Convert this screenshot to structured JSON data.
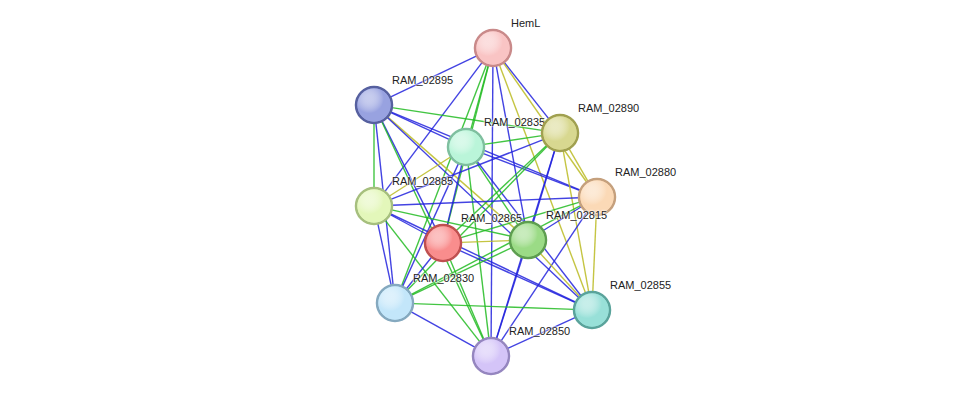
{
  "diagram": {
    "nodes": [
      {
        "text": [
          "HemL"
        ]
      },
      {
        "text": [
          "RAM_02895"
        ]
      },
      {
        "text": [
          "RAM_02835"
        ]
      },
      {
        "text": [
          "RAM_02890"
        ]
      },
      {
        "text": [
          "RAM_02880"
        ]
      },
      {
        "text": [
          "RAM_02885"
        ]
      },
      {
        "text": [
          "RAM_02865"
        ]
      },
      {
        "text": [
          "RAM_02815"
        ]
      },
      {
        "text": [
          "RAM_02830"
        ]
      },
      {
        "text": [
          "RAM_02850"
        ]
      },
      {
        "text": [
          "RAM_02855"
        ]
      }
    ],
    "edges": [
      {
        "from": 0,
        "to": 1,
        "arrow": "none"
      },
      {
        "from": 0,
        "to": 2,
        "arrow": "none"
      },
      {
        "from": 0,
        "to": 3,
        "arrow": "none"
      },
      {
        "from": 0,
        "to": 4,
        "arrow": "none"
      },
      {
        "from": 0,
        "to": 5,
        "arrow": "none"
      },
      {
        "from": 0,
        "to": 6,
        "arrow": "none"
      },
      {
        "from": 0,
        "to": 7,
        "arrow": "none"
      },
      {
        "from": 0,
        "to": 8,
        "arrow": "none"
      },
      {
        "from": 0,
        "to": 9,
        "arrow": "none"
      },
      {
        "from": 0,
        "to": 10,
        "arrow": "none"
      },
      {
        "from": 1,
        "to": 2,
        "arrow": "none"
      },
      {
        "from": 1,
        "to": 3,
        "arrow": "none"
      },
      {
        "from": 1,
        "to": 4,
        "arrow": "none"
      },
      {
        "from": 1,
        "to": 5,
        "arrow": "none"
      },
      {
        "from": 1,
        "to": 6,
        "arrow": "none"
      },
      {
        "from": 1,
        "to": 7,
        "arrow": "none"
      },
      {
        "from": 1,
        "to": 8,
        "arrow": "none"
      },
      {
        "from": 1,
        "to": 9,
        "arrow": "none"
      },
      {
        "from": 1,
        "to": 10,
        "arrow": "none"
      },
      {
        "from": 2,
        "to": 3,
        "arrow": "none"
      },
      {
        "from": 2,
        "to": 4,
        "arrow": "none"
      },
      {
        "from": 2,
        "to": 5,
        "arrow": "none"
      },
      {
        "from": 2,
        "to": 6,
        "arrow": "none"
      },
      {
        "from": 2,
        "to": 7,
        "arrow": "none"
      },
      {
        "from": 2,
        "to": 8,
        "arrow": "none"
      },
      {
        "from": 2,
        "to": 9,
        "arrow": "none"
      },
      {
        "from": 2,
        "to": 10,
        "arrow": "none"
      },
      {
        "from": 3,
        "to": 4,
        "arrow": "none"
      },
      {
        "from": 3,
        "to": 5,
        "arrow": "none"
      },
      {
        "from": 3,
        "to": 6,
        "arrow": "none"
      },
      {
        "from": 3,
        "to": 7,
        "arrow": "none"
      },
      {
        "from": 3,
        "to": 8,
        "arrow": "none"
      },
      {
        "from": 3,
        "to": 9,
        "arrow": "none"
      },
      {
        "from": 3,
        "to": 10,
        "arrow": "none"
      },
      {
        "from": 4,
        "to": 5,
        "arrow": "none"
      },
      {
        "from": 4,
        "to": 6,
        "arrow": "none"
      },
      {
        "from": 4,
        "to": 7,
        "arrow": "none"
      },
      {
        "from": 4,
        "to": 8,
        "arrow": "none"
      },
      {
        "from": 4,
        "to": 9,
        "arrow": "none"
      },
      {
        "from": 4,
        "to": 10,
        "arrow": "none"
      },
      {
        "from": 5,
        "to": 6,
        "arrow": "none"
      },
      {
        "from": 5,
        "to": 7,
        "arrow": "none"
      },
      {
        "from": 5,
        "to": 8,
        "arrow": "none"
      },
      {
        "from": 5,
        "to": 9,
        "arrow": "none"
      },
      {
        "from": 5,
        "to": 10,
        "arrow": "none"
      },
      {
        "from": 6,
        "to": 7,
        "arrow": "none"
      },
      {
        "from": 6,
        "to": 8,
        "arrow": "none"
      },
      {
        "from": 6,
        "to": 9,
        "arrow": "none"
      },
      {
        "from": 6,
        "to": 10,
        "arrow": "none"
      },
      {
        "from": 7,
        "to": 8,
        "arrow": "none"
      },
      {
        "from": 7,
        "to": 9,
        "arrow": "none"
      },
      {
        "from": 7,
        "to": 10,
        "arrow": "none"
      },
      {
        "from": 8,
        "to": 9,
        "arrow": "none"
      },
      {
        "from": 8,
        "to": 10,
        "arrow": "none"
      },
      {
        "from": 9,
        "to": 10,
        "arrow": "none"
      }
    ]
  }
}
